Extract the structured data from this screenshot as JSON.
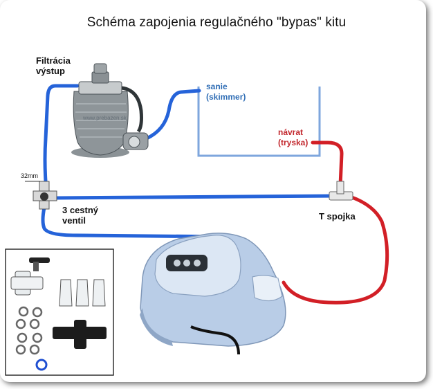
{
  "title": "Schéma zapojenia regulačného \"bypas\" kitu",
  "labels": {
    "filter_output": [
      "Filtrácia",
      "výstup"
    ],
    "suction": [
      "sanie",
      "(skimmer)"
    ],
    "return": [
      "návrat",
      "(tryska)"
    ],
    "three_way_valve": [
      "3 cestný",
      "ventil"
    ],
    "t_fitting": "T spojka",
    "pipe_size": "32mm",
    "watermark": "www.prebazen.sk"
  },
  "colors": {
    "cold_pipe": "#2563d9",
    "hot_pipe": "#d21f26",
    "pool_outline": "#7ea6dd",
    "heater_body": "#b7cbe6",
    "pump_body": "#9aa0a4"
  }
}
